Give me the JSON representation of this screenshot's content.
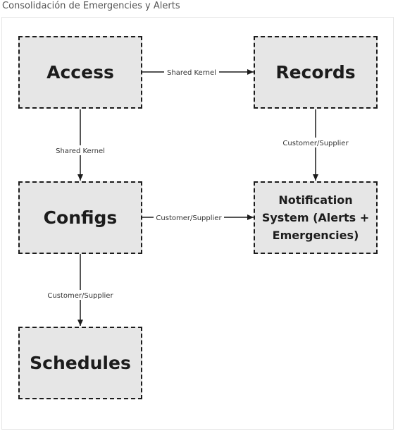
{
  "page_title": "Consolidación de Emergencies y Alerts",
  "contexts": {
    "access": "Access",
    "records": "Records",
    "configs": "Configs",
    "notification": "Notification System (Alerts + Emergencies)",
    "schedules": "Schedules"
  },
  "relationships": {
    "access_records": "Shared Kernel",
    "access_configs": "Shared Kernel",
    "records_notification": "Customer/Supplier",
    "configs_notification": "Customer/Supplier",
    "configs_schedules": "Customer/Supplier"
  },
  "colors": {
    "box_fill": "#e6e6e6",
    "box_border": "#1c1c1c",
    "text": "#1c1c1c",
    "frame_border": "#e6e6e6"
  }
}
